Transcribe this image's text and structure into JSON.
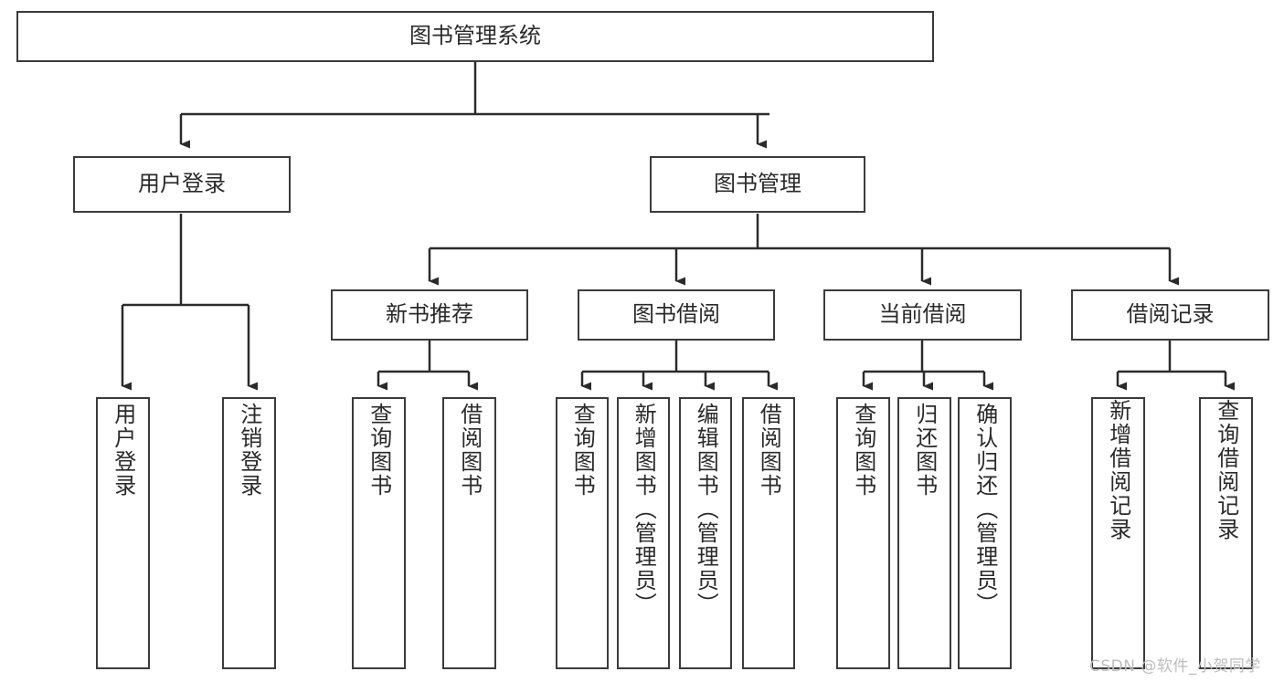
{
  "diagram": {
    "type": "tree-hierarchy",
    "title": "图书管理系统",
    "orientation": "top-down",
    "watermark": "CSDN @软件_小贺同学",
    "colors": {
      "box_border": "#3b3b3b",
      "box_fill": "#ffffff",
      "connector": "#2b2b2b",
      "text": "#2a2a2a",
      "watermark": "#bdbdbd",
      "background": "#ffffff"
    },
    "nodes": {
      "root": {
        "label": "图书管理系统"
      },
      "level2": [
        {
          "label": "用户登录"
        },
        {
          "label": "图书管理"
        }
      ],
      "level3": [
        {
          "label": "新书推荐"
        },
        {
          "label": "图书借阅"
        },
        {
          "label": "当前借阅"
        },
        {
          "label": "借阅记录"
        }
      ],
      "leaves": {
        "user_login": [
          {
            "label": "用户登录"
          },
          {
            "label": "注销登录"
          }
        ],
        "new_book_recommend": [
          {
            "label": "查询图书"
          },
          {
            "label": "借阅图书"
          }
        ],
        "book_borrow": [
          {
            "label": "查询图书"
          },
          {
            "label": "新增图书（管理员）"
          },
          {
            "label": "编辑图书（管理员）"
          },
          {
            "label": "借阅图书"
          }
        ],
        "current_borrow": [
          {
            "label": "查询图书"
          },
          {
            "label": "归还图书"
          },
          {
            "label": "确认归还（管理员）"
          }
        ],
        "borrow_record": [
          {
            "label": "新增借阅记录"
          },
          {
            "label": "查询借阅记录"
          }
        ]
      }
    }
  }
}
